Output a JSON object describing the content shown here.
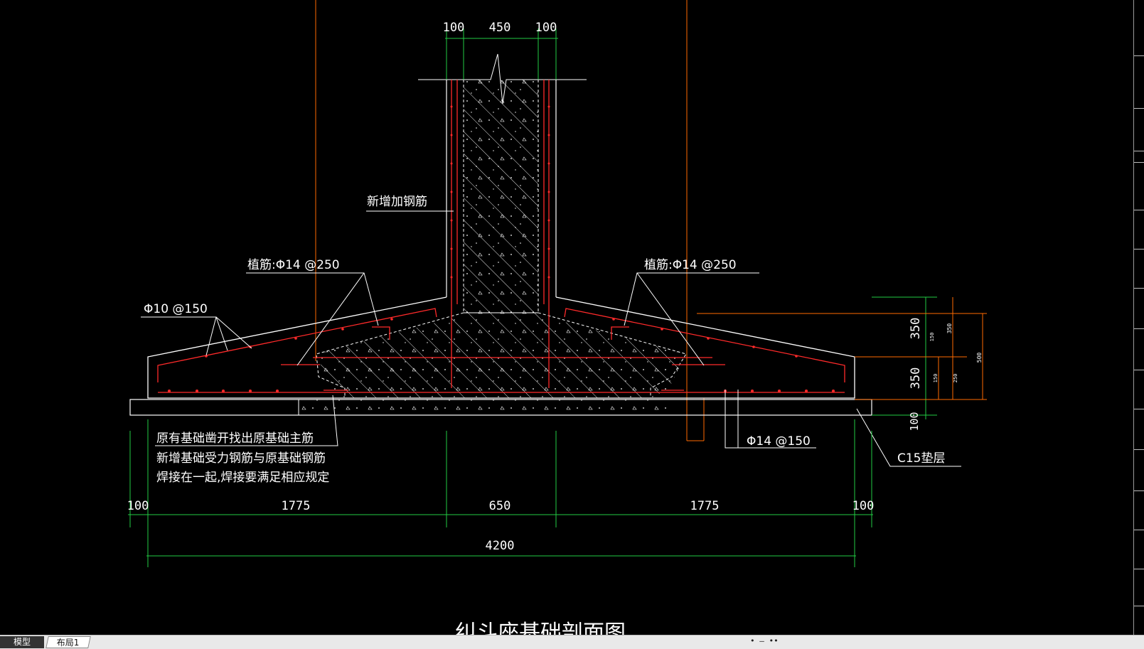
{
  "drawing": {
    "dimensions": {
      "top": [
        "100",
        "450",
        "100"
      ],
      "bottom": [
        "100",
        "1775",
        "650",
        "1775",
        "100"
      ],
      "total": "4200",
      "right": [
        "350",
        "350",
        "100"
      ],
      "right_small": [
        "350",
        "150",
        "500",
        "150",
        "250"
      ]
    },
    "labels": {
      "new_rebar": "新增加钢筋",
      "plant_left": "植筋:Φ14 @250",
      "plant_right": "植筋:Φ14 @250",
      "dist_left": "Φ10 @150",
      "bottom_bar": "Φ14 @150",
      "cushion": "C15垫层",
      "note_lines": [
        "原有基础凿开找出原基础主筋",
        "新增基础受力钢筋与原基础钢筋",
        "焊接在一起,焊接要满足相应规定"
      ],
      "title_partial": "纠斗座基础剖面图"
    },
    "colors": {
      "background": "#000000",
      "outline": "#ffffff",
      "rebar": "#ff2a2a",
      "dimension": "#22cc44",
      "axis": "#ff6a00"
    }
  },
  "tabs": {
    "model": "模型",
    "layout1": "布局1"
  },
  "status": {
    "snippet": "• — ••"
  }
}
